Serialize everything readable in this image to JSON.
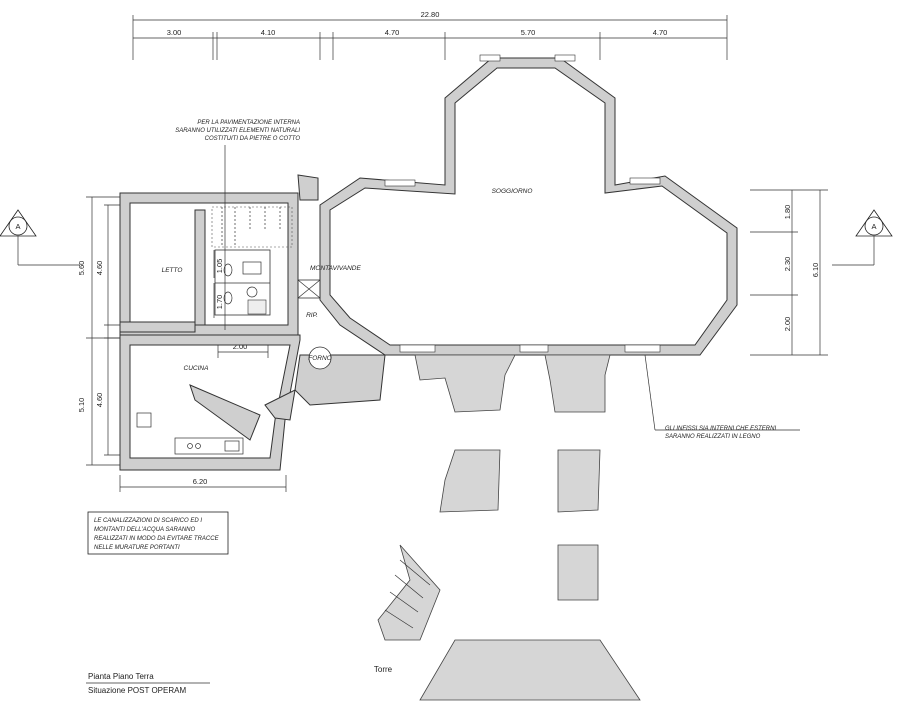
{
  "dimensions": {
    "total_width": "22.80",
    "top_segments": [
      "3.00",
      "4.10",
      "4.70",
      "5.70",
      "4.70"
    ],
    "left_outer": [
      "5.60",
      "5.10"
    ],
    "left_inner": [
      "4.60",
      "4.60"
    ],
    "right_segments": [
      "1.80",
      "2.30",
      "2.00"
    ],
    "right_total": "6.10",
    "bottom_width": "6.20",
    "bath_width": "2.00",
    "bath_heights": [
      "1.05",
      "1.70"
    ]
  },
  "rooms": {
    "soggiorno": "SOGGIORNO",
    "letto": "LETTO",
    "cucina": "CUCINA",
    "montavivande": "MONTAVIVANDE",
    "rip": "RIP.",
    "forno": "FORNO",
    "torre": "Torre"
  },
  "section_marker": "A",
  "notes": {
    "pavimentazione": [
      "PER LA PAVIMENTAZIONE INTERNA",
      "SARANNO UTILIZZATI ELEMENTI NATURALI",
      "COSTITUITI DA PIETRE O COTTO"
    ],
    "infissi": [
      "GLI INFISSI SIA INTERNI CHE ESTERNI",
      "SARANNO REALIZZATI IN LEGNO"
    ],
    "canalizzazioni": [
      "LE CANALIZZAZIONI DI SCARICO ED I",
      "MONTANTI DELL'ACQUA SARANNO",
      "REALIZZATI IN MODO DA EVITARE TRACCE",
      "NELLE MURATURE PORTANTI"
    ]
  },
  "title_block": {
    "line1": "Pianta Piano Terra",
    "line2": "Situazione POST OPERAM"
  }
}
